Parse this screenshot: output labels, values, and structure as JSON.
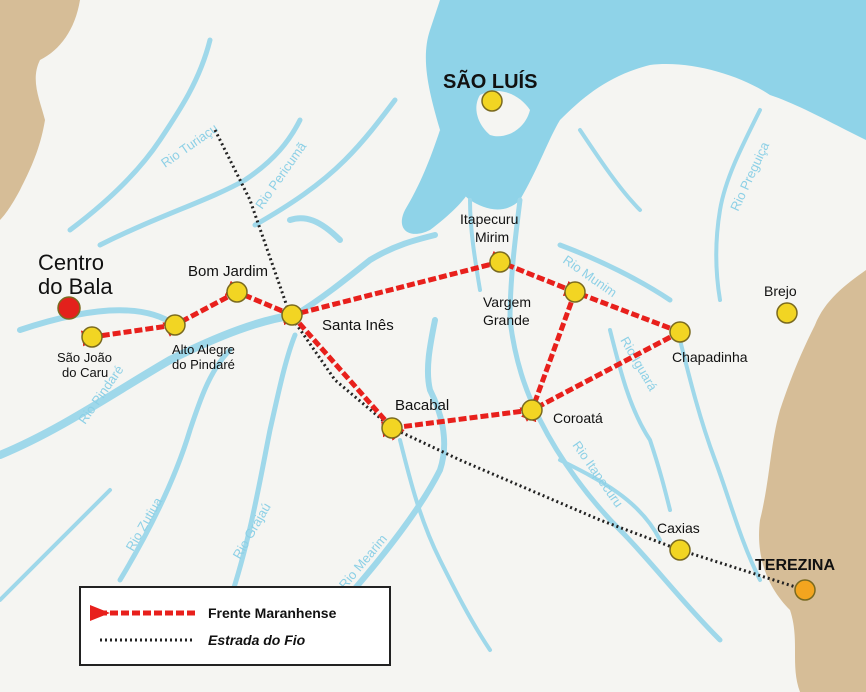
{
  "colors": {
    "land": "#f5f5f2",
    "sea": "#8fd3e8",
    "river": "#9fd8ea",
    "neighbor_land": "#d6bd97",
    "route_frente": "#e8201c",
    "route_estrada": "#222222",
    "city_fill": "#f2d523",
    "city_fill_capital_pi": "#f3a51f",
    "city_fill_centro": "#e3211c",
    "river_label": "#8dd0e6"
  },
  "places": {
    "sao_luis": "SÃO LUÍS",
    "terezina": "TEREZINA",
    "centro_do_bala_1": "Centro",
    "centro_do_bala_2": "do Bala",
    "sao_joao_1": "São João",
    "sao_joao_2": "do Caru",
    "alto_alegre_1": "Alto Alegre",
    "alto_alegre_2": "do Pindaré",
    "bom_jardim": "Bom Jardim",
    "santa_ines": "Santa Inês",
    "itapecuru_1": "Itapecuru",
    "itapecuru_2": "Mirim",
    "vargem_1": "Vargem",
    "vargem_2": "Grande",
    "chapadinha": "Chapadinha",
    "brejo": "Brejo",
    "coroata": "Coroatá",
    "bacabal": "Bacabal",
    "caxias": "Caxias"
  },
  "rivers": {
    "turiacu": "Rio Turiaçu",
    "pericuma": "Rio Pericumã",
    "pindare": "Rio Pindaré",
    "zutiua": "Rio Zutiua",
    "grajau": "Rio Grajaú",
    "mearim": "Rio Mearim",
    "itapecuru": "Rio Itapecuru",
    "iguara": "Rio Iguará",
    "munim": "Rio Munim",
    "preguica": "Rio Preguiça"
  },
  "legend": {
    "frente": "Frente Maranhense",
    "estrada": "Estrada do Fio"
  }
}
